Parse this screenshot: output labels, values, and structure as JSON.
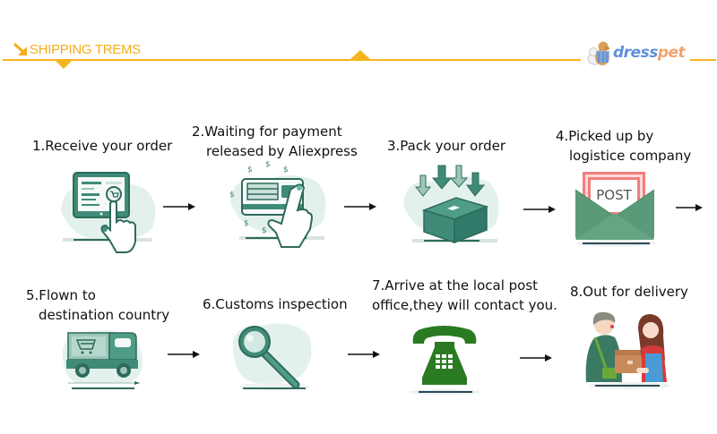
{
  "header": {
    "title": "SHIPPING TREMS",
    "title_icon": "arrow-down-right-icon",
    "accent_color": "#f6b41e",
    "logo": {
      "part1": "dress",
      "part2": "pet",
      "part1_color": "#5d8fdc",
      "part2_color": "#efa46a",
      "mascot_icon": "dog-cat-mascot-icon"
    }
  },
  "steps": [
    {
      "line1": "1.Receive your order",
      "line2": "",
      "icon": "tablet-touch-icon"
    },
    {
      "line1": "2.Waiting for payment",
      "line2": "released by Aliexpress",
      "icon": "card-payment-icon"
    },
    {
      "line1": "3.Pack your order",
      "line2": "",
      "icon": "package-box-icon"
    },
    {
      "line1": "4.Picked up by",
      "line2": "logistice company",
      "icon": "post-envelope-icon",
      "icon_text": "POST"
    },
    {
      "line1": "5.Flown to",
      "line2": "destination country",
      "icon": "delivery-truck-icon"
    },
    {
      "line1": "6.Customs inspection",
      "line2": "",
      "icon": "magnifier-icon"
    },
    {
      "line1": "7.Arrive at the local post",
      "line2": "office,they will contact you.",
      "icon": "telephone-icon"
    },
    {
      "line1": "8.Out for delivery",
      "line2": "",
      "icon": "courier-delivery-icon"
    }
  ],
  "colors": {
    "teal_dark": "#2f7a68",
    "teal_light": "#e3f1ec",
    "phone_green": "#2a7a22",
    "envelope_green": "#5a9a78",
    "post_red": "#ef7a7a"
  }
}
